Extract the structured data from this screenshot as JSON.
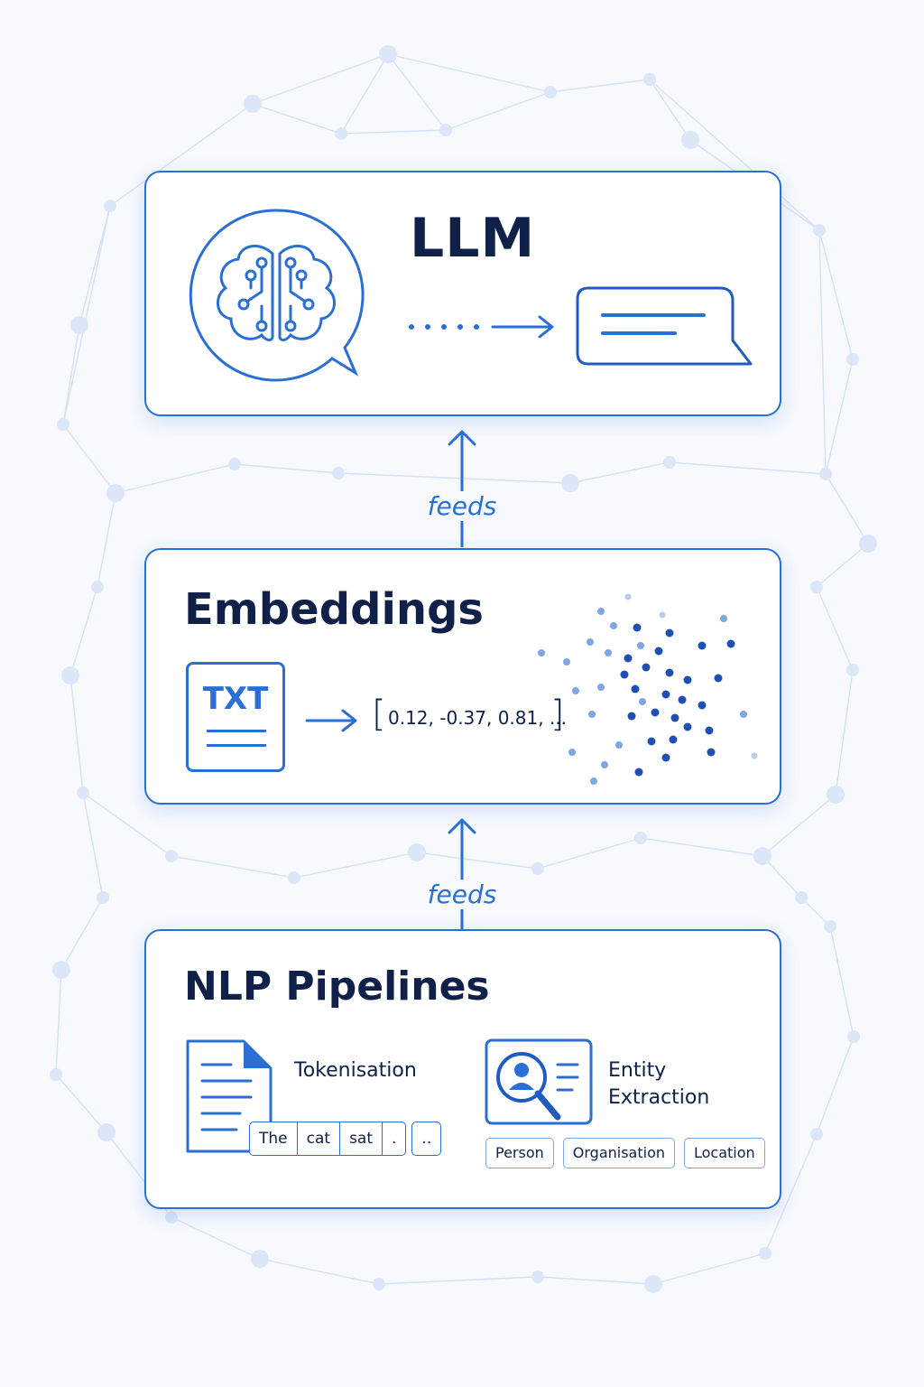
{
  "llm": {
    "title": "LLM",
    "icons": [
      "brain-circuit-icon",
      "chat-bubble-icon"
    ]
  },
  "embeddings": {
    "title": "Embeddings",
    "file_label": "TXT",
    "vector_text": "0.12, -0.37, 0.81, ..."
  },
  "nlp": {
    "title": "NLP Pipelines",
    "tokenisation_label": "Tokenisation",
    "tokens": [
      "The",
      "cat",
      "sat",
      ".",
      ".."
    ],
    "entity_label_line1": "Entity",
    "entity_label_line2": "Extraction",
    "entity_tags": [
      "Person",
      "Organisation",
      "Location"
    ]
  },
  "connectors": {
    "upper_label": "feeds",
    "lower_label": "feeds"
  },
  "colors": {
    "accent": "#2a6fd6",
    "text": "#0f2148",
    "background": "#f7f9fd"
  }
}
